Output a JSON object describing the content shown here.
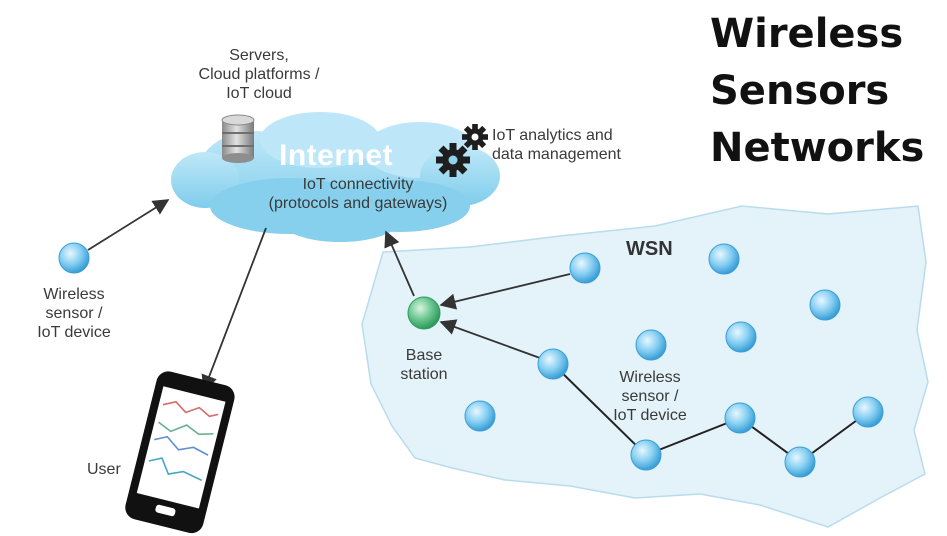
{
  "title": {
    "line1": "Wireless",
    "line2": "Sensors",
    "line3": "Networks"
  },
  "cloud": {
    "heading": "Internet",
    "line1": "IoT connectivity",
    "line2": "(protocols and gateways)"
  },
  "servers": {
    "line1": "Servers,",
    "line2": "Cloud platforms /",
    "line3": "IoT cloud",
    "icon": "database-icon"
  },
  "analytics": {
    "line1": "IoT analytics and",
    "line2": "data management",
    "icon": "gears-icon"
  },
  "remote_device": {
    "line1": "Wireless",
    "line2": "sensor /",
    "line3": "IoT device"
  },
  "user": {
    "label": "User",
    "icon": "smartphone-icon"
  },
  "wsn": {
    "label": "WSN",
    "base_station": {
      "line1": "Base",
      "line2": "station"
    },
    "node_label": {
      "line1": "Wireless",
      "line2": "sensor /",
      "line3": "IoT device"
    }
  },
  "colors": {
    "cloud": "#8fd3ee",
    "wsn_area": "#e6f3fa",
    "node": "#7cc8ef",
    "base_station": "#5bbf83",
    "arrow": "#333333"
  }
}
